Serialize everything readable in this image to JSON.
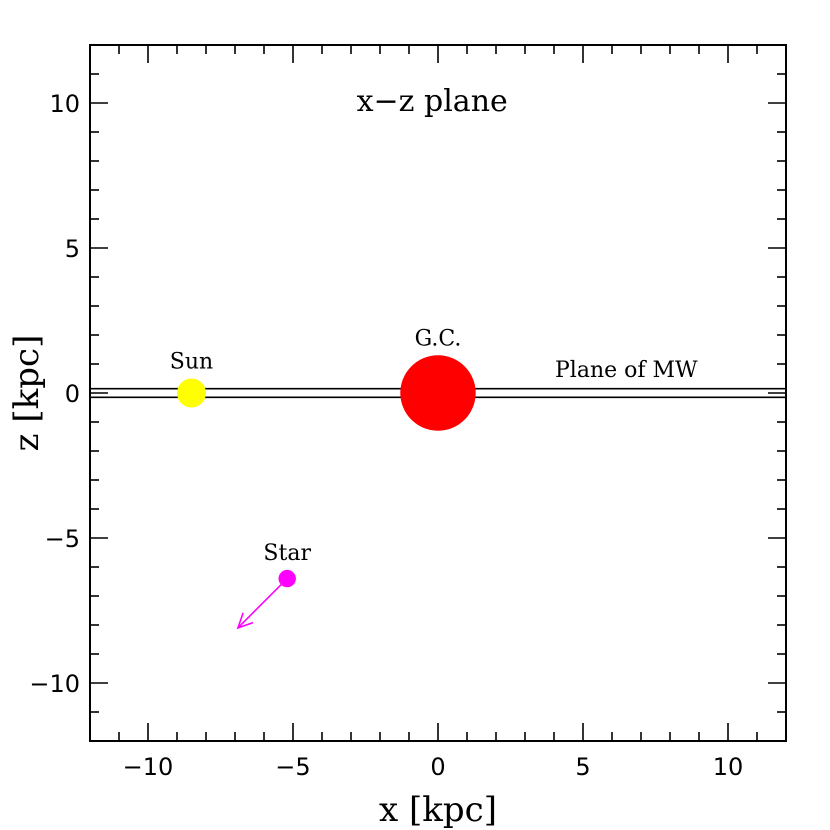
{
  "chart_data": {
    "type": "scatter",
    "title": "x−z plane",
    "xlabel": "x [kpc]",
    "ylabel": "z [kpc]",
    "xlim": [
      -12,
      12
    ],
    "ylim": [
      -12,
      12
    ],
    "x_ticks": [
      -10,
      -5,
      0,
      5,
      10
    ],
    "x_tick_labels": [
      "−10",
      "−5",
      "0",
      "5",
      "10"
    ],
    "y_ticks": [
      -10,
      -5,
      0,
      5,
      10
    ],
    "y_tick_labels": [
      "−10",
      "−5",
      "0",
      "5",
      "10"
    ],
    "minor_step": 1,
    "grid": false,
    "plane_lines_z": [
      0.15,
      -0.15
    ],
    "plane_label": "Plane of MW",
    "points": [
      {
        "label": "Sun",
        "x": -8.5,
        "z": 0.0,
        "radius_kpc": 0.5,
        "color": "#ffff00"
      },
      {
        "label": "G.C.",
        "x": 0.0,
        "z": 0.0,
        "radius_kpc": 1.3,
        "color": "#ff0000"
      },
      {
        "label": "Star",
        "x": -5.2,
        "z": -6.4,
        "radius_kpc": 0.3,
        "color": "#ff00ff"
      }
    ],
    "arrow": {
      "from": [
        -5.2,
        -6.4
      ],
      "to": [
        -6.9,
        -8.1
      ],
      "color": "#ff00ff"
    }
  }
}
